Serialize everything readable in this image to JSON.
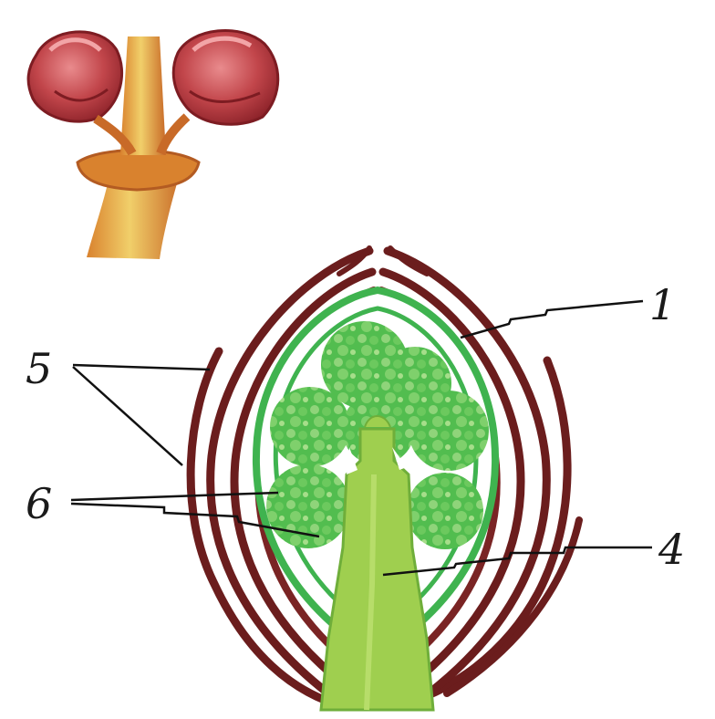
{
  "labels": {
    "l1": "1",
    "l4": "4",
    "l5": "5",
    "l6": "6"
  },
  "colors": {
    "bud_red": "#b8333b",
    "bud_highlight": "#e07a7f",
    "stem_yellow": "#e2b24d",
    "stem_orange": "#d17a2c",
    "scale_brown": "#6b1d1d",
    "scale_gap": "#ffffff",
    "leaf_green": "#3fb34f",
    "leaf_light": "#8fd47a",
    "cone_green": "#9fcf4f",
    "cone_dark": "#6fae3a",
    "leader": "#111111"
  }
}
